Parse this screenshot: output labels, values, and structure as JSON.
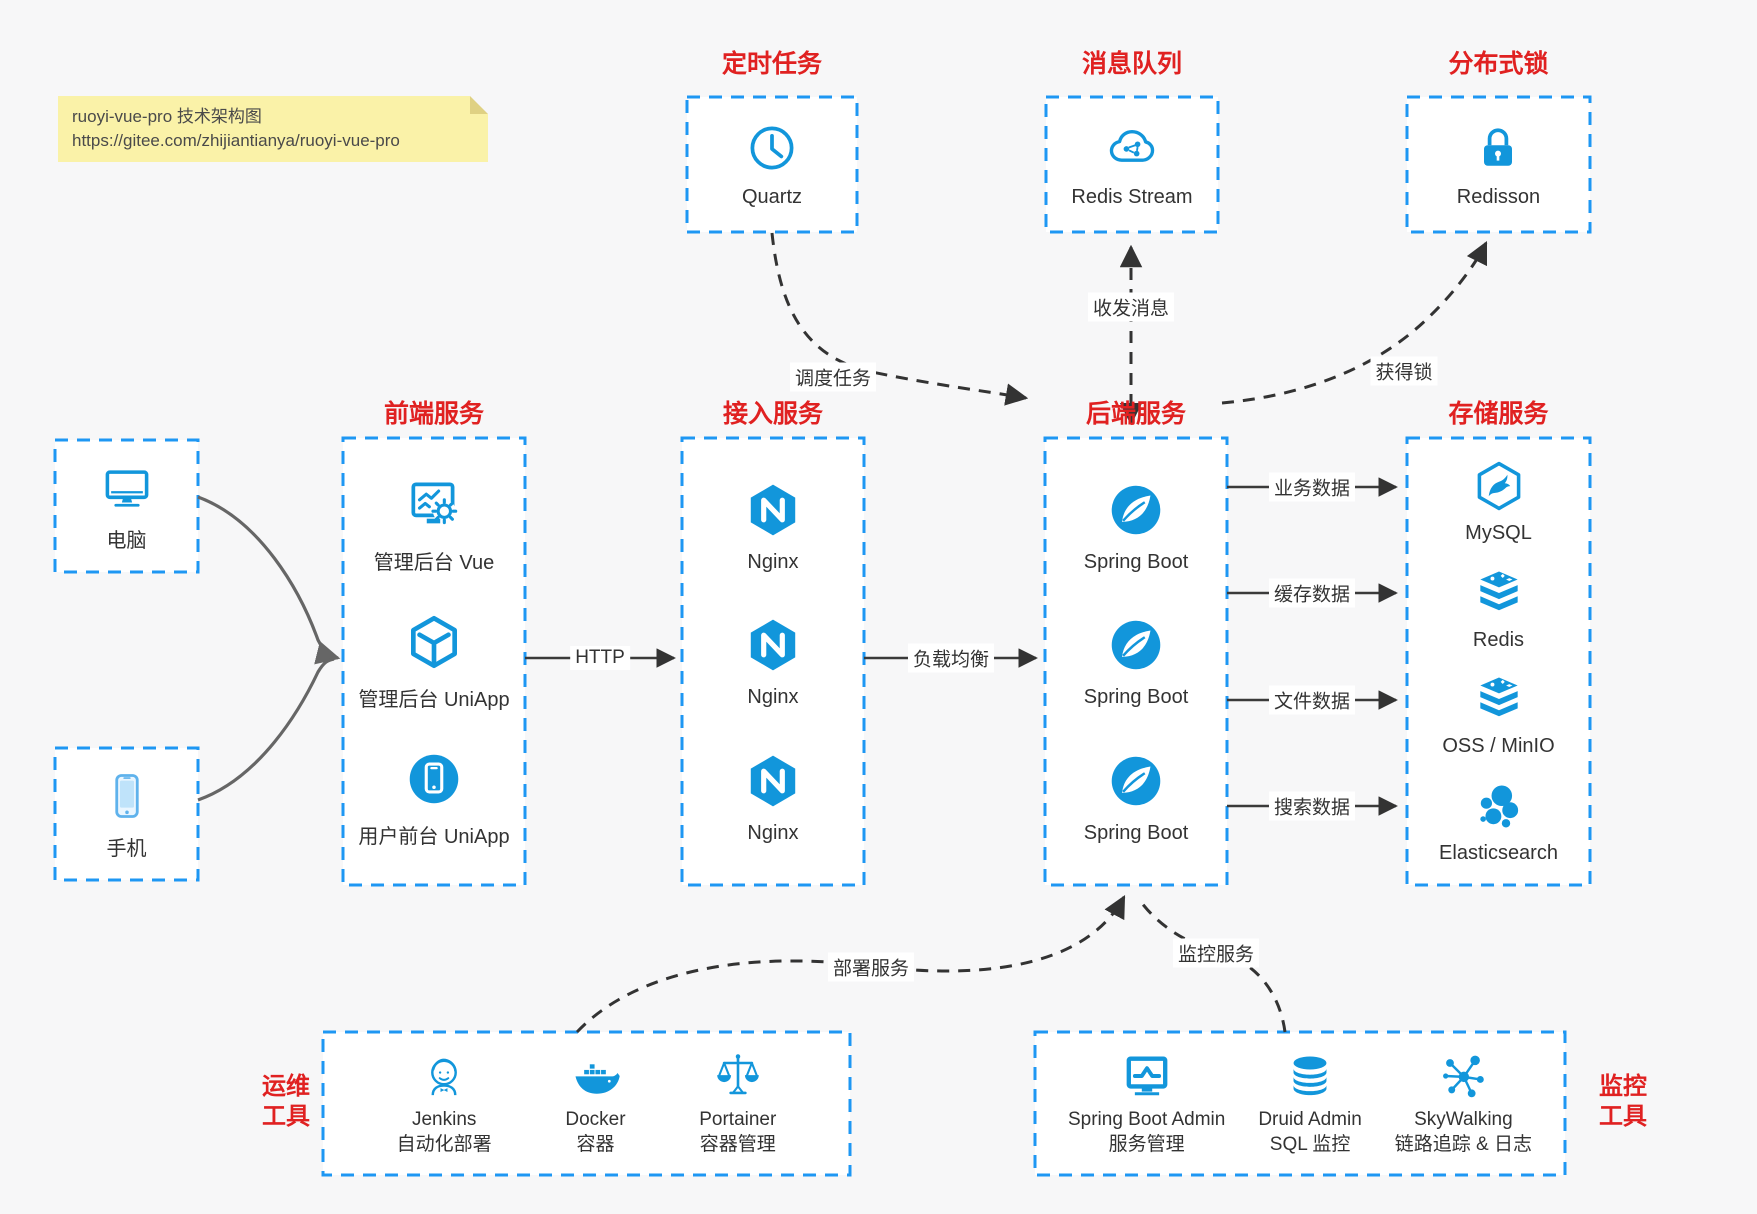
{
  "note": {
    "line1": "ruoyi-vue-pro 技术架构图",
    "line2": "https://gitee.com/zhijiantianya/ruoyi-vue-pro"
  },
  "colors": {
    "canvas_bg": "#f7f7f8",
    "box_border_blue": "#1e97f3",
    "icon_blue": "#1296db",
    "title_red": "#e02121",
    "arrow_black": "#333333",
    "arrow_gray": "#666666",
    "note_bg": "#faf2a8",
    "label_text": "#333333"
  },
  "top_groups": [
    {
      "title": "定时任务",
      "item": {
        "label": "Quartz",
        "icon": "clock-icon"
      }
    },
    {
      "title": "消息队列",
      "item": {
        "label": "Redis Stream",
        "icon": "cloud-network-icon"
      }
    },
    {
      "title": "分布式锁",
      "item": {
        "label": "Redisson",
        "icon": "lock-icon"
      }
    }
  ],
  "clients": [
    {
      "label": "电脑",
      "icon": "desktop-icon"
    },
    {
      "label": "手机",
      "icon": "mobile-icon"
    }
  ],
  "columns": [
    {
      "title": "前端服务",
      "items": [
        {
          "label": "管理后台 Vue",
          "icon": "admin-vue-icon"
        },
        {
          "label": "管理后台 UniApp",
          "icon": "uniapp-cube-icon"
        },
        {
          "label": "用户前台 UniApp",
          "icon": "user-app-icon"
        }
      ]
    },
    {
      "title": "接入服务",
      "items": [
        {
          "label": "Nginx",
          "icon": "nginx-icon"
        },
        {
          "label": "Nginx",
          "icon": "nginx-icon"
        },
        {
          "label": "Nginx",
          "icon": "nginx-icon"
        }
      ]
    },
    {
      "title": "后端服务",
      "items": [
        {
          "label": "Spring Boot",
          "icon": "spring-boot-icon"
        },
        {
          "label": "Spring Boot",
          "icon": "spring-boot-icon"
        },
        {
          "label": "Spring Boot",
          "icon": "spring-boot-icon"
        }
      ]
    },
    {
      "title": "存储服务",
      "items": [
        {
          "label": "MySQL",
          "icon": "mysql-icon"
        },
        {
          "label": "Redis",
          "icon": "redis-icon"
        },
        {
          "label": "OSS / MinIO",
          "icon": "oss-minio-icon"
        },
        {
          "label": "Elasticsearch",
          "icon": "elasticsearch-icon"
        }
      ]
    }
  ],
  "bottom_groups": [
    {
      "side_title": [
        "运维",
        "工具"
      ],
      "items": [
        {
          "lines": [
            "Jenkins",
            "自动化部署"
          ],
          "icon": "jenkins-icon"
        },
        {
          "lines": [
            "Docker",
            "容器"
          ],
          "icon": "docker-icon"
        },
        {
          "lines": [
            "Portainer",
            "容器管理"
          ],
          "icon": "portainer-icon"
        }
      ]
    },
    {
      "side_title": [
        "监控",
        "工具"
      ],
      "items": [
        {
          "lines": [
            "Spring Boot Admin",
            "服务管理"
          ],
          "icon": "spring-boot-admin-icon"
        },
        {
          "lines": [
            "Druid Admin",
            "SQL 监控"
          ],
          "icon": "druid-icon"
        },
        {
          "lines": [
            "SkyWalking",
            "链路追踪 & 日志"
          ],
          "icon": "skywalking-icon"
        }
      ]
    }
  ],
  "edge_labels": {
    "http": "HTTP",
    "load_balance": "负载均衡",
    "schedule": "调度任务",
    "message": "收发消息",
    "acquire_lock": "获得锁",
    "business_data": "业务数据",
    "cache_data": "缓存数据",
    "file_data": "文件数据",
    "search_data": "搜索数据",
    "deploy": "部署服务",
    "monitor": "监控服务"
  }
}
